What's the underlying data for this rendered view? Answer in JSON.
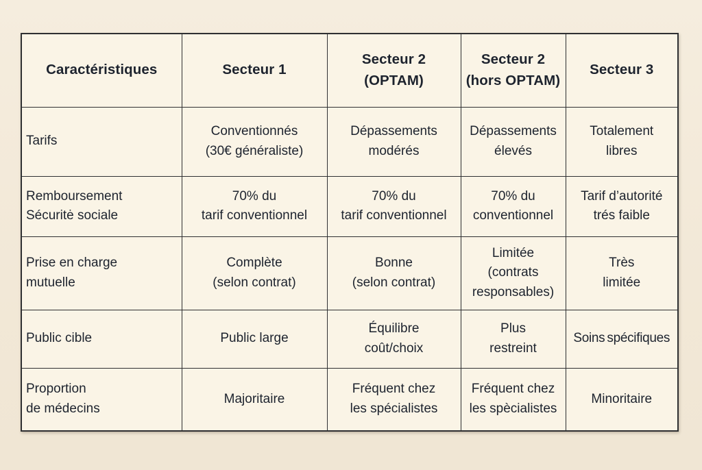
{
  "colors": {
    "page_background": "#f2e8d7",
    "cell_background": "#faf4e6",
    "border": "#2e2f31",
    "text": "#1d232e"
  },
  "table": {
    "header": [
      "Caractéristiques",
      "Secteur 1",
      "Secteur 2\n(OPTAM)",
      "Secteur 2\n(hors OPTAM)",
      "Secteur 3"
    ],
    "rows": [
      {
        "label": "Tarifs",
        "cells": [
          "Conventionnés\n(30€ généraliste)",
          "Dépassements\nmodérés",
          "Dépassements\nélevés",
          "Totalement\nlibres"
        ]
      },
      {
        "label": "Remboursement\nSécuritė sociale",
        "cells": [
          "70% du\ntarif conventionnel",
          "70% du\ntarif conventionnel",
          "70% du\nconventionnel",
          "Tarif d’autorité\ntrés faible"
        ]
      },
      {
        "label": "Prise en charge\nmutuelle",
        "cells": [
          "Complète\n(selon contrat)",
          "Bonne\n(selon contrat)",
          "Limitée\n(contrats\nresponsables)",
          "Très\nlimitée"
        ]
      },
      {
        "label": "Public cible",
        "cells": [
          "Public large",
          "Équilibre\ncoût/choix",
          "Plus\nrestreint",
          "Soins spécifiques"
        ]
      },
      {
        "label": "Proportion\nde médecins",
        "cells": [
          "Majoritaire",
          "Fréquent chez\nles spécialistes",
          "Fréquent chez\nles spècialistes",
          "Minoritaire"
        ]
      }
    ]
  }
}
